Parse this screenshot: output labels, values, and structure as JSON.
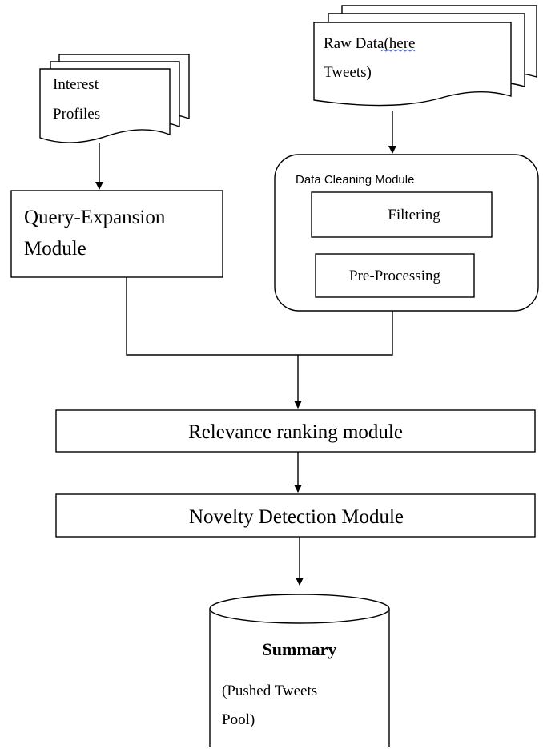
{
  "interest_profiles": {
    "line1": "Interest",
    "line2": "Profiles"
  },
  "raw_data": {
    "line1": "Raw Data(here",
    "line2": "Tweets)"
  },
  "query_expansion": {
    "line1": "Query-Expansion",
    "line2": "Module"
  },
  "data_cleaning": {
    "title": "Data Cleaning Module",
    "filtering": "Filtering",
    "preprocessing": "Pre-Processing"
  },
  "relevance": "Relevance ranking module",
  "novelty": "Novelty Detection Module",
  "summary": {
    "title": "Summary",
    "line1": "(Pushed Tweets",
    "line2": "Pool)"
  }
}
